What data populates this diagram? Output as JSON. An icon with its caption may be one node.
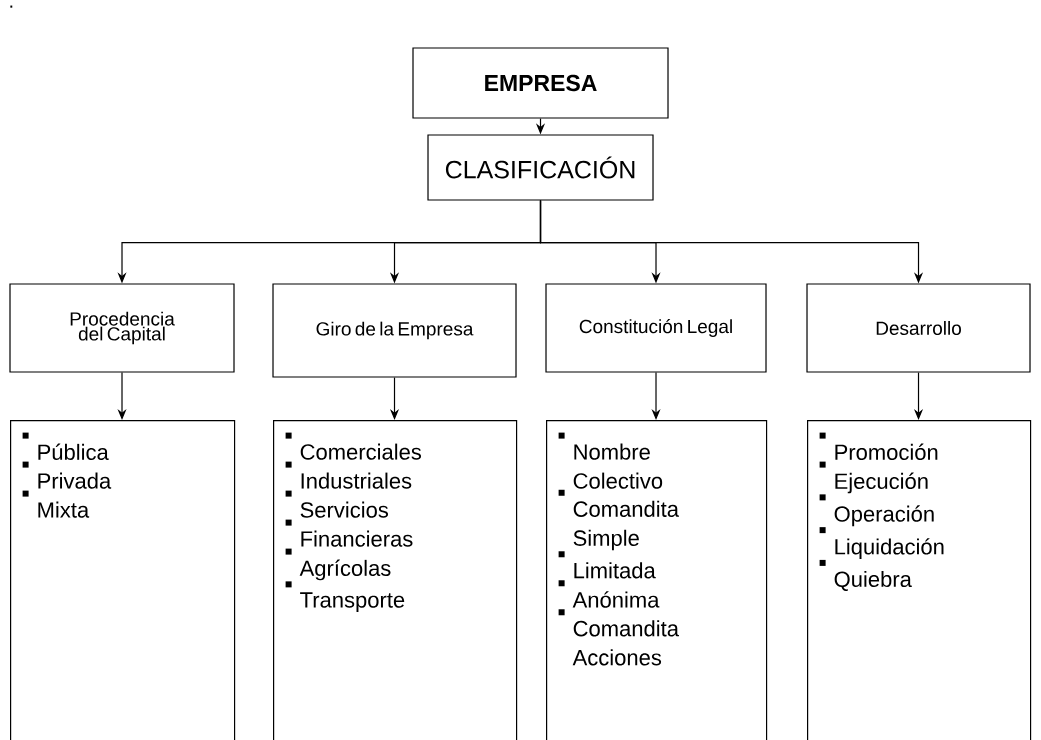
{
  "diagram": {
    "nodes": [
      {
        "text": [
          "EMPRESA"
        ]
      },
      {
        "text": [
          "CLASIFICACIÓN"
        ]
      },
      {
        "text": [
          "Procedencia del Capital"
        ]
      },
      {
        "text": [
          "Giro de la Empresa"
        ]
      },
      {
        "text": [
          "Constitución Legal"
        ]
      },
      {
        "text": [
          "Desarrollo"
        ]
      },
      {
        "text": [
          "Pública",
          "Privada",
          "Mixta"
        ]
      },
      {
        "text": [
          "Comerciales",
          "Industriales",
          "Servicios",
          "Financieras",
          "Agrícolas",
          "Transporte"
        ]
      },
      {
        "text": [
          "Nombre Colectivo",
          "Comandita Simple",
          "Limitada",
          "Anónima",
          "Comandita Acciones"
        ]
      },
      {
        "text": [
          "Promoción",
          "Ejecución",
          "Operación",
          "Liquidación",
          "Quiebra"
        ]
      }
    ],
    "edges": [
      {
        "from": 0,
        "to": 1,
        "arrow": "to"
      },
      {
        "from": 1,
        "to": 2,
        "arrow": "to"
      },
      {
        "from": 1,
        "to": 3,
        "arrow": "to"
      },
      {
        "from": 1,
        "to": 4,
        "arrow": "to"
      },
      {
        "from": 1,
        "to": 5,
        "arrow": "to"
      },
      {
        "from": 2,
        "to": 6,
        "arrow": "to"
      },
      {
        "from": 3,
        "to": 7,
        "arrow": "to"
      },
      {
        "from": 4,
        "to": 8,
        "arrow": "to"
      },
      {
        "from": 5,
        "to": 9,
        "arrow": "to"
      }
    ],
    "labels": [
      "."
    ]
  }
}
